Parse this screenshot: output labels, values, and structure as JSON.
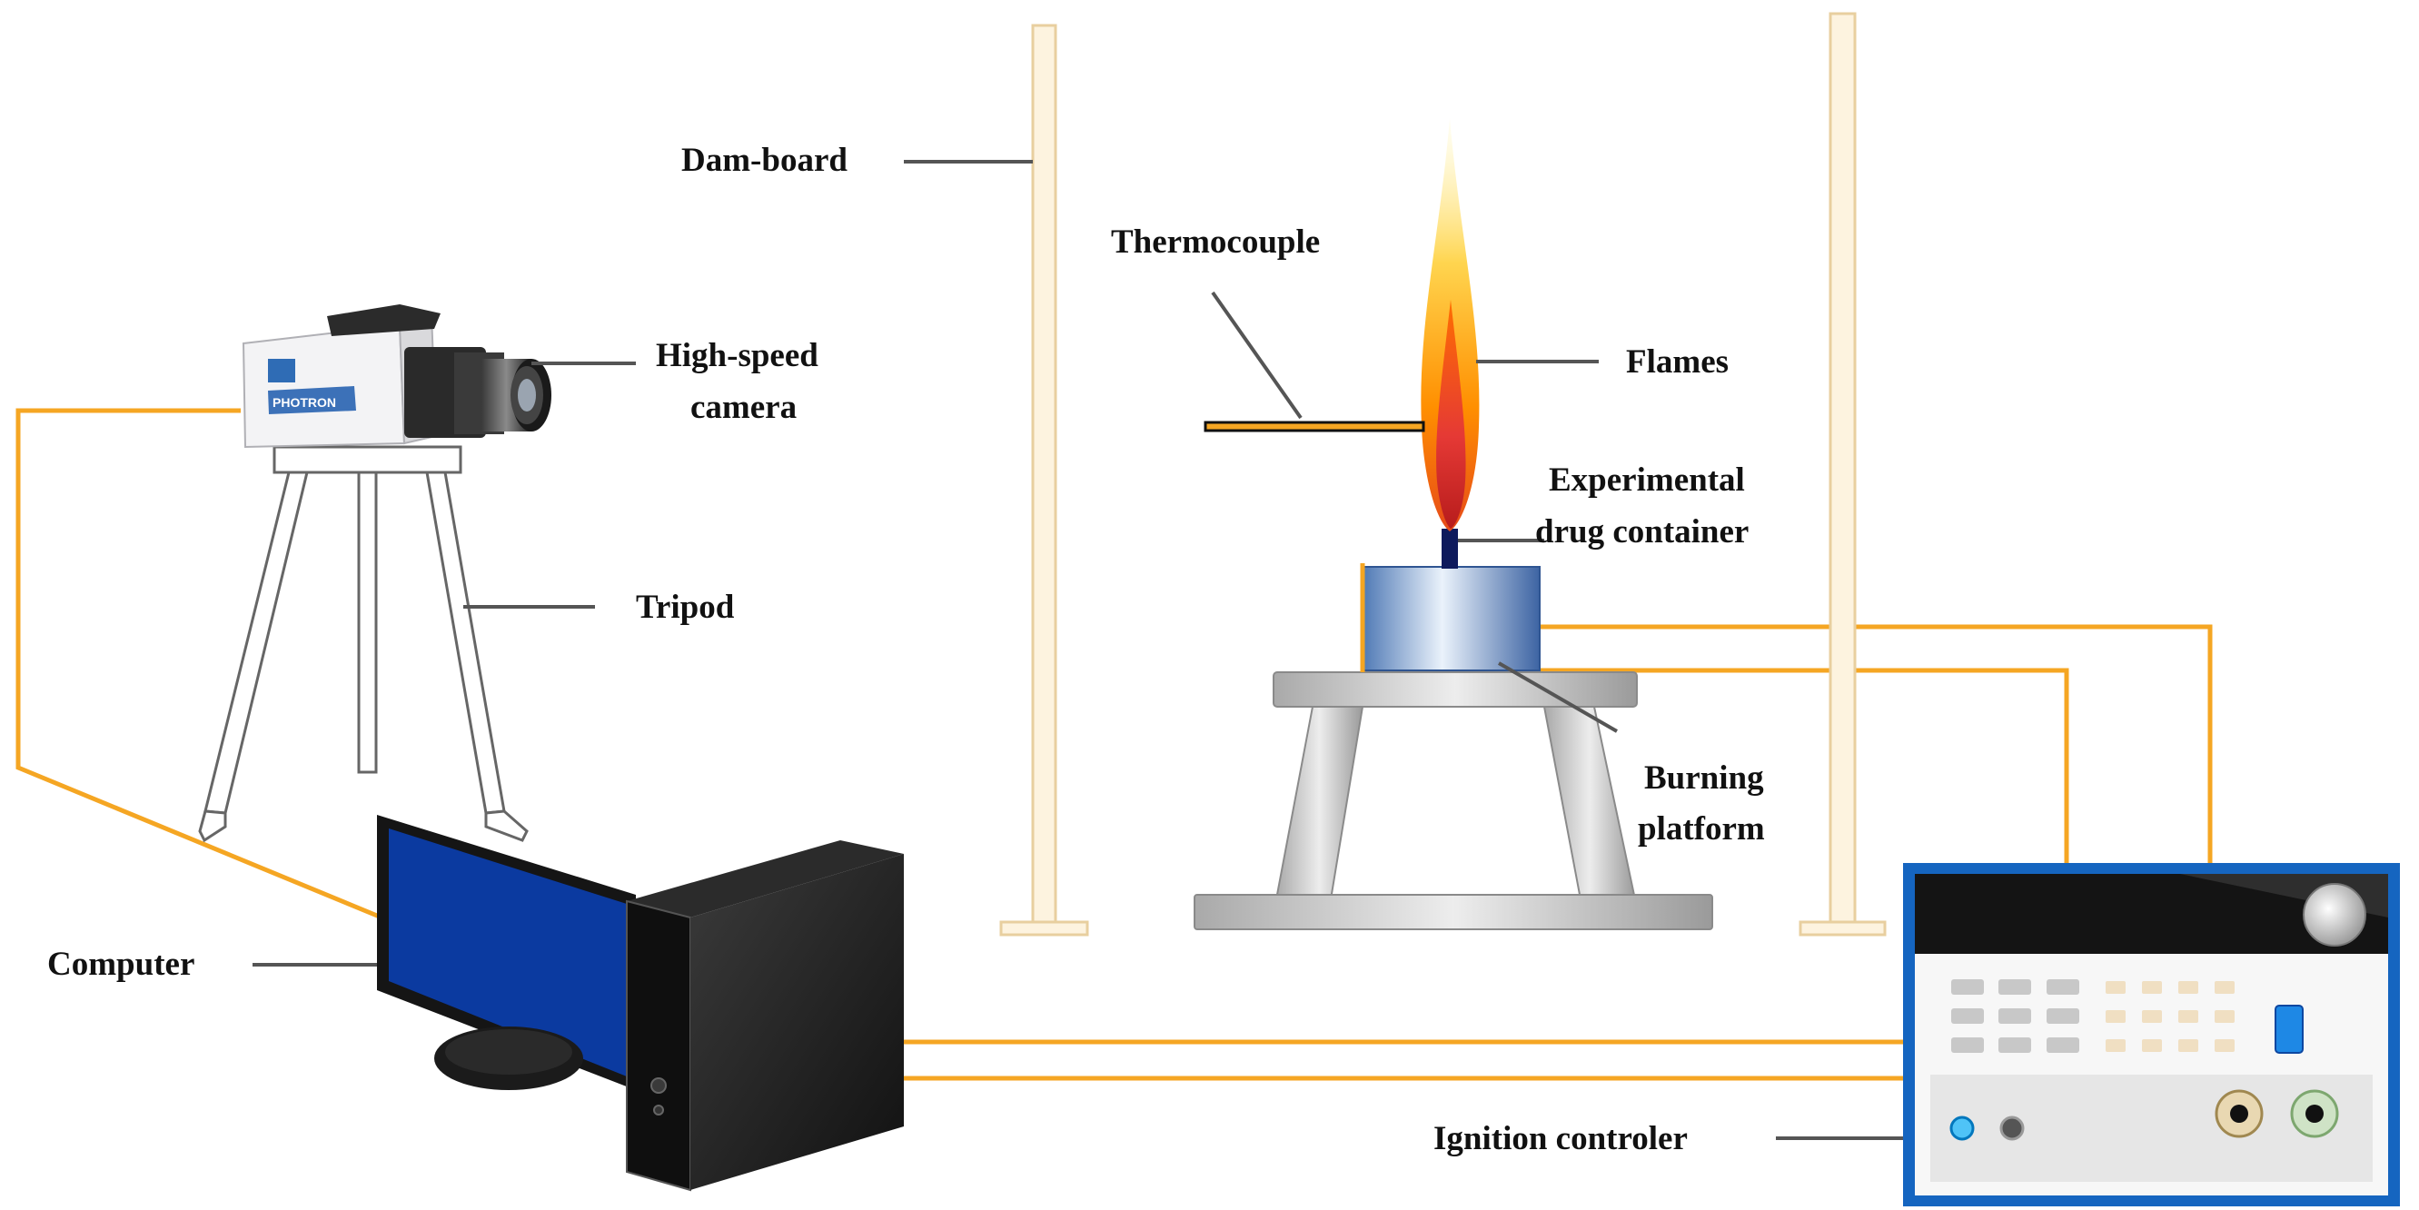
{
  "labels": {
    "dam_board": "Dam-board",
    "thermocouple": "Thermocouple",
    "high_speed_camera_line1": "High-speed",
    "high_speed_camera_line2": "camera",
    "flames": "Flames",
    "container_line1": "Experimental",
    "container_line2": "drug container",
    "tripod": "Tripod",
    "burning_platform_line1": "Burning",
    "burning_platform_line2": "platform",
    "computer": "Computer",
    "ignition_controller": "Ignition controler"
  },
  "camera_body_text": "PHOTRON",
  "colors": {
    "wire": "#f5a623",
    "leader": "#555555",
    "dam_board": "#fdf3df",
    "monitor_screen": "#0b3aa0",
    "container": "#6d93c4",
    "platform": "#c9c9c9",
    "controller_frame": "#1565c0"
  },
  "icons": {
    "camera": "high-speed-camera-icon",
    "computer": "desktop-computer-icon",
    "controller": "power-supply-icon"
  }
}
